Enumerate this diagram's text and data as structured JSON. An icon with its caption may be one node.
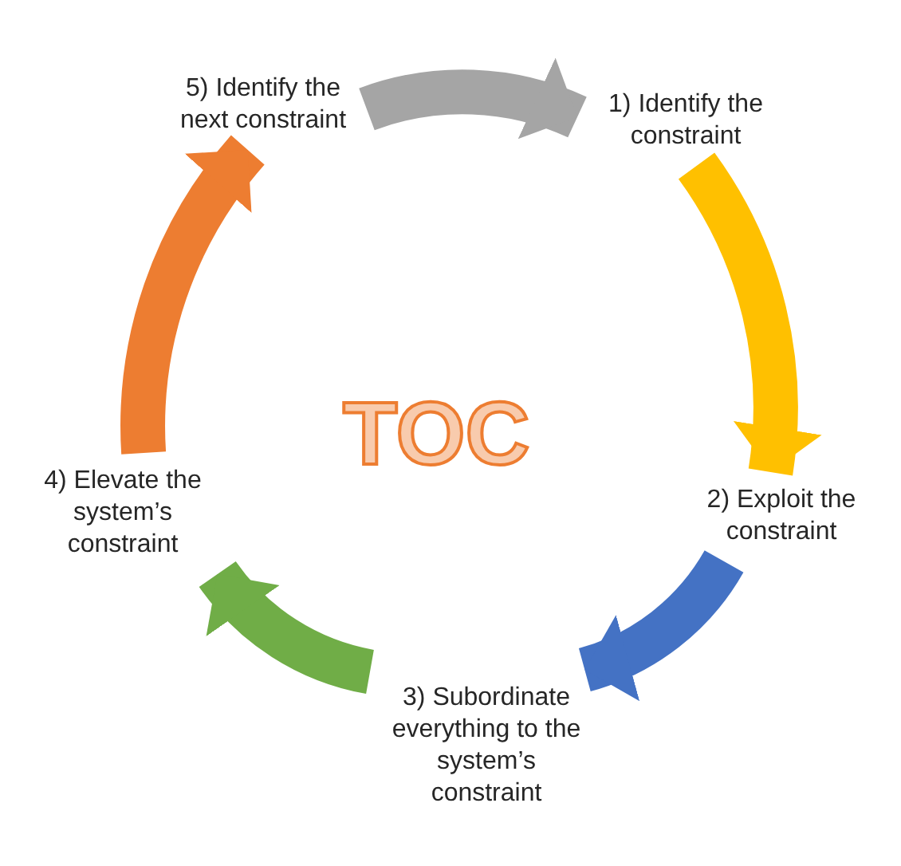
{
  "diagram": {
    "nodes": [
      {
        "text": [
          "5) Identify the next constraint"
        ]
      },
      {
        "text": [
          "1) Identify the constraint"
        ]
      },
      {
        "text": [
          "2) Exploit the constraint"
        ]
      },
      {
        "text": [
          "3) Subordinate everything to the system’s constraint"
        ]
      },
      {
        "text": [
          "4) Elevate the system’s constraint"
        ]
      }
    ],
    "edges": [
      {
        "from": 0,
        "to": 1,
        "arrow": "to",
        "color": "#a5a5a5"
      },
      {
        "from": 1,
        "to": 2,
        "arrow": "to",
        "color": "#ffc000"
      },
      {
        "from": 2,
        "to": 3,
        "arrow": "to",
        "color": "#4472c4"
      },
      {
        "from": 3,
        "to": 4,
        "arrow": "to",
        "color": "#70ad47"
      },
      {
        "from": 4,
        "to": 0,
        "arrow": "to",
        "color": "#ed7d31"
      }
    ],
    "labels": [
      "TOC"
    ]
  }
}
